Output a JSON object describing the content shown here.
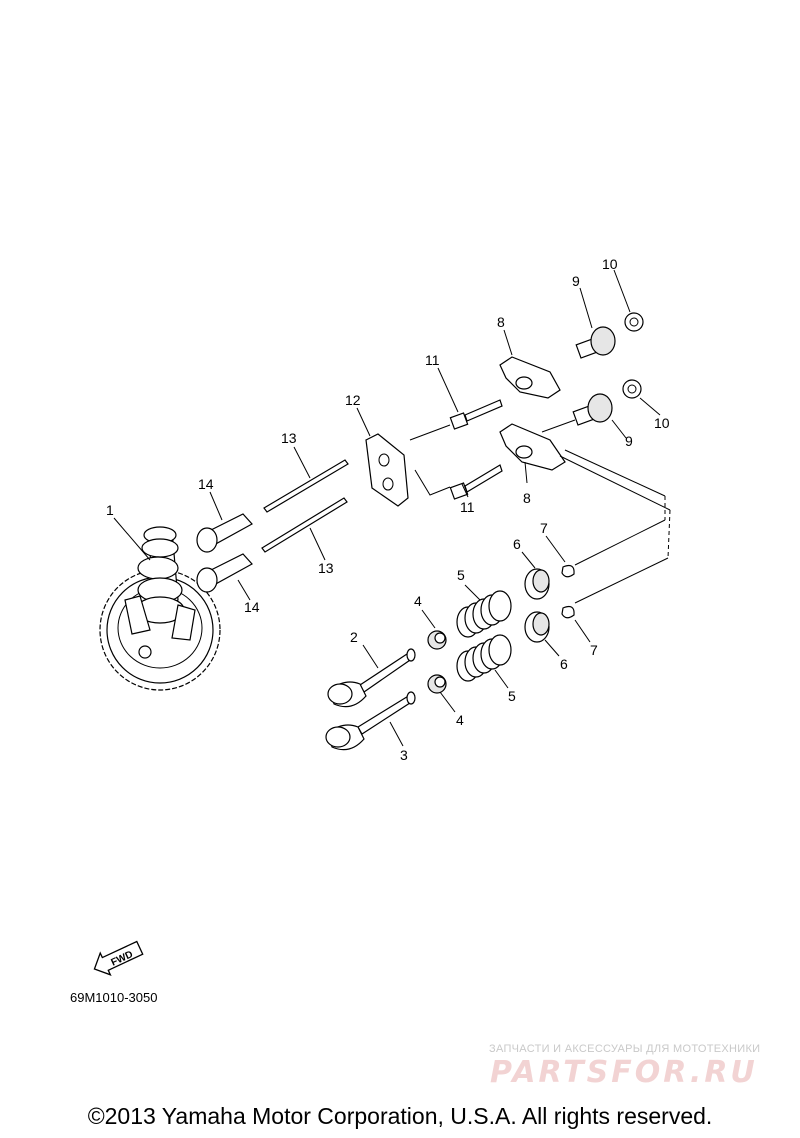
{
  "diagram": {
    "drawing_number": "69M1010-3050",
    "fwd_label": "FWD",
    "copyright": "©2013 Yamaha Motor Corporation, U.S.A. All rights reserved.",
    "watermark": {
      "tagline": "ЗАПЧАСТИ И АКСЕССУАРЫ ДЛЯ МОТОТЕХНИКИ",
      "logo": "PARTSFOR.RU"
    },
    "callouts": [
      {
        "id": "c1",
        "text": "1"
      },
      {
        "id": "c2",
        "text": "2"
      },
      {
        "id": "c3",
        "text": "3"
      },
      {
        "id": "c4a",
        "text": "4"
      },
      {
        "id": "c4b",
        "text": "4"
      },
      {
        "id": "c5a",
        "text": "5"
      },
      {
        "id": "c5b",
        "text": "5"
      },
      {
        "id": "c6a",
        "text": "6"
      },
      {
        "id": "c6b",
        "text": "6"
      },
      {
        "id": "c7a",
        "text": "7"
      },
      {
        "id": "c7b",
        "text": "7"
      },
      {
        "id": "c8a",
        "text": "8"
      },
      {
        "id": "c8b",
        "text": "8"
      },
      {
        "id": "c9a",
        "text": "9"
      },
      {
        "id": "c9b",
        "text": "9"
      },
      {
        "id": "c10a",
        "text": "10"
      },
      {
        "id": "c10b",
        "text": "10"
      },
      {
        "id": "c11a",
        "text": "11"
      },
      {
        "id": "c11b",
        "text": "11"
      },
      {
        "id": "c12",
        "text": "12"
      },
      {
        "id": "c13a",
        "text": "13"
      },
      {
        "id": "c13b",
        "text": "13"
      },
      {
        "id": "c14a",
        "text": "14"
      },
      {
        "id": "c14b",
        "text": "14"
      }
    ]
  }
}
